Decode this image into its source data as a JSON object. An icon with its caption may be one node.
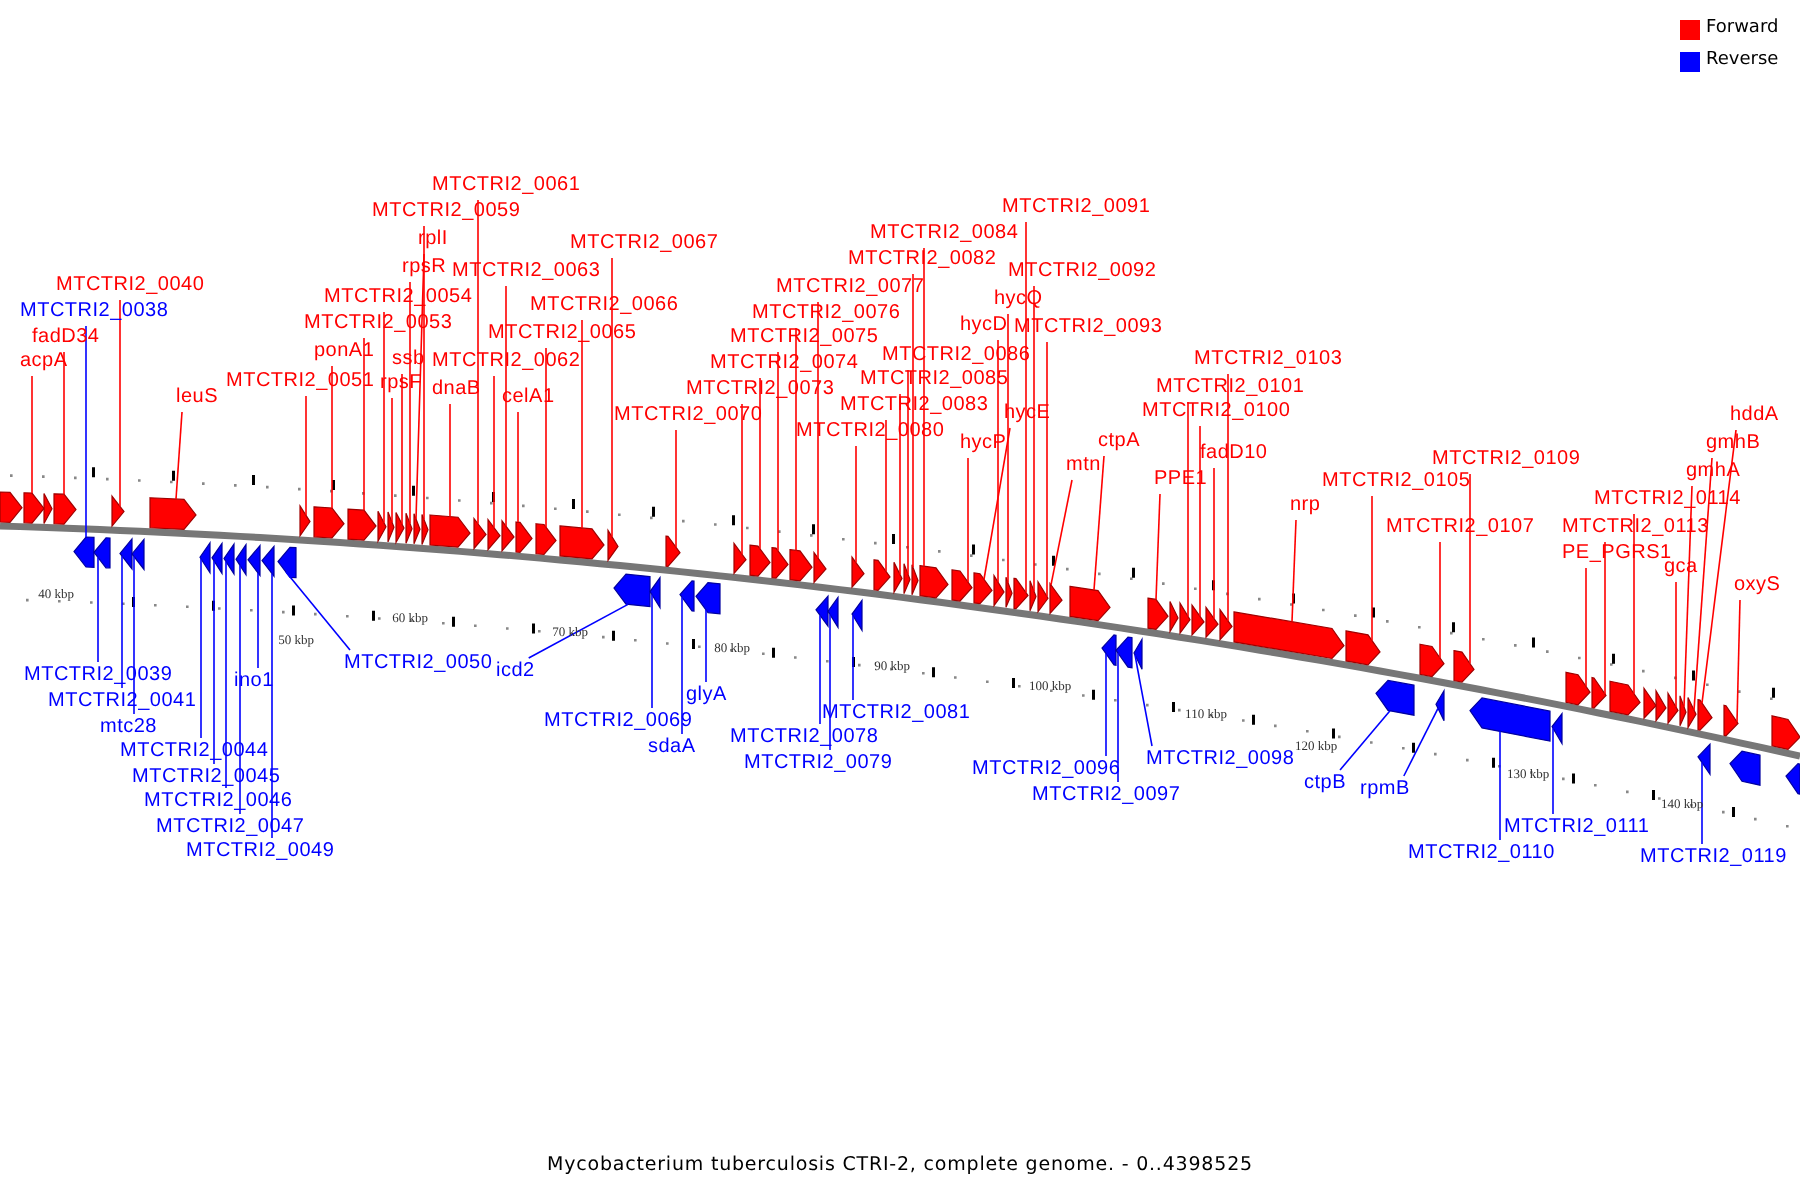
{
  "diagram": {
    "caption": "Mycobacterium tuberculosis CTRI-2, complete genome. - 0..4398525",
    "nodes": [
      {
        "text": [
          "acpA"
        ]
      },
      {
        "text": [
          "fadD34"
        ]
      },
      {
        "text": [
          "MTCTRI2_0038"
        ]
      },
      {
        "text": [
          "MTCTRI2_0040"
        ]
      },
      {
        "text": [
          "leuS"
        ]
      },
      {
        "text": [
          "MTCTRI2_0051"
        ]
      },
      {
        "text": [
          "ponA1"
        ]
      },
      {
        "text": [
          "MTCTRI2_0053"
        ]
      },
      {
        "text": [
          "MTCTRI2_0054"
        ]
      },
      {
        "text": [
          "rpsF"
        ]
      },
      {
        "text": [
          "ssb"
        ]
      },
      {
        "text": [
          "rpsR"
        ]
      },
      {
        "text": [
          "rplI"
        ]
      },
      {
        "text": [
          "MTCTRI2_0059"
        ]
      },
      {
        "text": [
          "MTCTRI2_0061"
        ]
      },
      {
        "text": [
          "dnaB"
        ]
      },
      {
        "text": [
          "MTCTRI2_0062"
        ]
      },
      {
        "text": [
          "MTCTRI2_0063"
        ]
      },
      {
        "text": [
          "celA1"
        ]
      },
      {
        "text": [
          "MTCTRI2_0065"
        ]
      },
      {
        "text": [
          "MTCTRI2_0066"
        ]
      },
      {
        "text": [
          "MTCTRI2_0067"
        ]
      },
      {
        "text": [
          "MTCTRI2_0070"
        ]
      },
      {
        "text": [
          "MTCTRI2_0073"
        ]
      },
      {
        "text": [
          "MTCTRI2_0074"
        ]
      },
      {
        "text": [
          "MTCTRI2_0075"
        ]
      },
      {
        "text": [
          "MTCTRI2_0076"
        ]
      },
      {
        "text": [
          "MTCTRI2_0077"
        ]
      },
      {
        "text": [
          "MTCTRI2_0080"
        ]
      },
      {
        "text": [
          "MTCTRI2_0082"
        ]
      },
      {
        "text": [
          "MTCTRI2_0083"
        ]
      },
      {
        "text": [
          "MTCTRI2_0084"
        ]
      },
      {
        "text": [
          "MTCTRI2_0085"
        ]
      },
      {
        "text": [
          "MTCTRI2_0086"
        ]
      },
      {
        "text": [
          "hycP"
        ]
      },
      {
        "text": [
          "hycE"
        ]
      },
      {
        "text": [
          "hycD"
        ]
      },
      {
        "text": [
          "hycQ"
        ]
      },
      {
        "text": [
          "MTCTRI2_0091"
        ]
      },
      {
        "text": [
          "MTCTRI2_0092"
        ]
      },
      {
        "text": [
          "MTCTRI2_0093"
        ]
      },
      {
        "text": [
          "mtn"
        ]
      },
      {
        "text": [
          "ctpA"
        ]
      },
      {
        "text": [
          "PPE1"
        ]
      },
      {
        "text": [
          "MTCTRI2_0100"
        ]
      },
      {
        "text": [
          "MTCTRI2_0101"
        ]
      },
      {
        "text": [
          "fadD10"
        ]
      },
      {
        "text": [
          "MTCTRI2_0103"
        ]
      },
      {
        "text": [
          "nrp"
        ]
      },
      {
        "text": [
          "MTCTRI2_0105"
        ]
      },
      {
        "text": [
          "MTCTRI2_0107"
        ]
      },
      {
        "text": [
          "MTCTRI2_0109"
        ]
      },
      {
        "text": [
          "PE_PGRS1"
        ]
      },
      {
        "text": [
          "MTCTRI2_0113"
        ]
      },
      {
        "text": [
          "MTCTRI2_0114"
        ]
      },
      {
        "text": [
          "gca"
        ]
      },
      {
        "text": [
          "gmhA"
        ]
      },
      {
        "text": [
          "gmhB"
        ]
      },
      {
        "text": [
          "hddA"
        ]
      },
      {
        "text": [
          "oxyS"
        ]
      },
      {
        "text": [
          "MTCTRI2_0039"
        ]
      },
      {
        "text": [
          "MTCTRI2_0041"
        ]
      },
      {
        "text": [
          "mtc28"
        ]
      },
      {
        "text": [
          "ino1"
        ]
      },
      {
        "text": [
          "MTCTRI2_0044"
        ]
      },
      {
        "text": [
          "MTCTRI2_0045"
        ]
      },
      {
        "text": [
          "MTCTRI2_0046"
        ]
      },
      {
        "text": [
          "MTCTRI2_0047"
        ]
      },
      {
        "text": [
          "MTCTRI2_0049"
        ]
      },
      {
        "text": [
          "MTCTRI2_0050"
        ]
      },
      {
        "text": [
          "icd2"
        ]
      },
      {
        "text": [
          "MTCTRI2_0069"
        ]
      },
      {
        "text": [
          "sdaA"
        ]
      },
      {
        "text": [
          "glyA"
        ]
      },
      {
        "text": [
          "MTCTRI2_0078"
        ]
      },
      {
        "text": [
          "MTCTRI2_0079"
        ]
      },
      {
        "text": [
          "MTCTRI2_0081"
        ]
      },
      {
        "text": [
          "MTCTRI2_0096"
        ]
      },
      {
        "text": [
          "MTCTRI2_0097"
        ]
      },
      {
        "text": [
          "MTCTRI2_0098"
        ]
      },
      {
        "text": [
          "ctpB"
        ]
      },
      {
        "text": [
          "rpmB"
        ]
      },
      {
        "text": [
          "MTCTRI2_0110"
        ]
      },
      {
        "text": [
          "MTCTRI2_0111"
        ]
      },
      {
        "text": [
          "MTCTRI2_0119"
        ]
      },
      {
        "text": [],
        "shape": "arrow"
      },
      {
        "text": [],
        "shape": "arrow"
      },
      {
        "text": [],
        "shape": "arrow"
      },
      {
        "text": [],
        "shape": "arrow"
      },
      {
        "text": [],
        "shape": "arrow"
      },
      {
        "text": [],
        "shape": "arrow"
      },
      {
        "text": [],
        "shape": "arrow"
      },
      {
        "text": [],
        "shape": "arrow"
      },
      {
        "text": [],
        "shape": "arrow"
      },
      {
        "text": [],
        "shape": "arrow"
      },
      {
        "text": [],
        "shape": "arrow"
      },
      {
        "text": [],
        "shape": "arrow"
      },
      {
        "text": [],
        "shape": "arrow"
      },
      {
        "text": [],
        "shape": "arrow"
      },
      {
        "text": [],
        "shape": "arrow"
      },
      {
        "text": [],
        "shape": "arrow"
      },
      {
        "text": [],
        "shape": "arrow"
      },
      {
        "text": [],
        "shape": "arrow"
      },
      {
        "text": [],
        "shape": "arrow"
      },
      {
        "text": [],
        "shape": "arrow"
      },
      {
        "text": [],
        "shape": "arrow"
      },
      {
        "text": [],
        "shape": "arrow"
      },
      {
        "text": [],
        "shape": "arrow"
      },
      {
        "text": [],
        "shape": "arrow"
      },
      {
        "text": [],
        "shape": "arrow"
      },
      {
        "text": [],
        "shape": "arrow"
      },
      {
        "text": [],
        "shape": "arrow"
      },
      {
        "text": [],
        "shape": "arrow"
      },
      {
        "text": [],
        "shape": "arrow"
      },
      {
        "text": [],
        "shape": "arrow"
      },
      {
        "text": [],
        "shape": "arrow"
      },
      {
        "text": [],
        "shape": "arrow"
      },
      {
        "text": [],
        "shape": "arrow"
      },
      {
        "text": [],
        "shape": "arrow"
      },
      {
        "text": [],
        "shape": "arrow"
      },
      {
        "text": [],
        "shape": "arrow"
      },
      {
        "text": [],
        "shape": "arrow"
      },
      {
        "text": [],
        "shape": "arrow"
      },
      {
        "text": [],
        "shape": "arrow"
      },
      {
        "text": [],
        "shape": "arrow"
      },
      {
        "text": [],
        "shape": "arrow"
      },
      {
        "text": [],
        "shape": "arrow"
      },
      {
        "text": [],
        "shape": "arrow"
      },
      {
        "text": [],
        "shape": "arrow"
      },
      {
        "text": [],
        "shape": "arrow"
      },
      {
        "text": [],
        "shape": "arrow"
      },
      {
        "text": [],
        "shape": "arrow"
      },
      {
        "text": [],
        "shape": "arrow"
      },
      {
        "text": [],
        "shape": "arrow"
      },
      {
        "text": [],
        "shape": "arrow"
      },
      {
        "text": [],
        "shape": "arrow"
      },
      {
        "text": [],
        "shape": "arrow"
      },
      {
        "text": [],
        "shape": "arrow"
      },
      {
        "text": [],
        "shape": "arrow"
      },
      {
        "text": [],
        "shape": "arrow"
      },
      {
        "text": [],
        "shape": "arrow"
      },
      {
        "text": [],
        "shape": "arrow"
      },
      {
        "text": [],
        "shape": "arrow"
      },
      {
        "text": [],
        "shape": "arrow"
      },
      {
        "text": [],
        "shape": "arrow"
      },
      {
        "text": [],
        "shape": "arrow"
      },
      {
        "text": [],
        "shape": "arrow"
      },
      {
        "text": [],
        "shape": "arrow"
      },
      {
        "text": [],
        "shape": "arrow"
      },
      {
        "text": [],
        "shape": "arrow"
      },
      {
        "text": [],
        "shape": "arrow"
      },
      {
        "text": [],
        "shape": "arrow"
      },
      {
        "text": [],
        "shape": "arrow"
      },
      {
        "text": [],
        "shape": "arrow"
      },
      {
        "text": [],
        "shape": "arrow"
      },
      {
        "text": [],
        "shape": "arrow"
      },
      {
        "text": [],
        "shape": "arrow"
      },
      {
        "text": [],
        "shape": "arrow"
      },
      {
        "text": [],
        "shape": "arrow"
      },
      {
        "text": [],
        "shape": "arrow"
      },
      {
        "text": [],
        "shape": "arrow"
      },
      {
        "text": [],
        "shape": "arrow"
      },
      {
        "text": [],
        "shape": "arrow"
      },
      {
        "text": [],
        "shape": "arrow"
      },
      {
        "text": [],
        "shape": "arrow"
      },
      {
        "text": [],
        "shape": "arrow"
      },
      {
        "text": [],
        "shape": "arrow"
      },
      {
        "text": [],
        "shape": "arrow"
      },
      {
        "text": [],
        "shape": "arrow"
      },
      {
        "text": [],
        "shape": "arrow"
      },
      {
        "text": [],
        "shape": "arrow"
      },
      {
        "text": [],
        "shape": "arrow"
      },
      {
        "text": [],
        "shape": "arrow"
      },
      {
        "text": [],
        "shape": "arrow"
      },
      {
        "text": [],
        "shape": "arrow"
      },
      {
        "text": [],
        "shape": "arrow"
      },
      {
        "text": [],
        "shape": "arrow"
      },
      {
        "text": [],
        "shape": "arrow"
      }
    ],
    "edges": [
      {
        "from": 0,
        "to": 86,
        "arrow": "none"
      },
      {
        "from": 1,
        "to": 88,
        "arrow": "none"
      },
      {
        "from": 2,
        "to": 150,
        "arrow": "none",
        "color": "#0000ff"
      },
      {
        "from": 3,
        "to": 89,
        "arrow": "none"
      },
      {
        "from": 4,
        "to": 90,
        "arrow": "none"
      },
      {
        "from": 5,
        "to": 91,
        "arrow": "none"
      },
      {
        "from": 6,
        "to": 92,
        "arrow": "none"
      },
      {
        "from": 7,
        "to": 93,
        "arrow": "none"
      },
      {
        "from": 8,
        "to": 94,
        "arrow": "none"
      },
      {
        "from": 9,
        "to": 95,
        "arrow": "none"
      },
      {
        "from": 10,
        "to": 96,
        "arrow": "none"
      },
      {
        "from": 11,
        "to": 97,
        "arrow": "none"
      },
      {
        "from": 12,
        "to": 98,
        "arrow": "none"
      },
      {
        "from": 13,
        "to": 99,
        "arrow": "none"
      },
      {
        "from": 14,
        "to": 101,
        "arrow": "none"
      },
      {
        "from": 15,
        "to": 100,
        "arrow": "none"
      },
      {
        "from": 16,
        "to": 102,
        "arrow": "none"
      },
      {
        "from": 17,
        "to": 103,
        "arrow": "none"
      },
      {
        "from": 18,
        "to": 104,
        "arrow": "none"
      },
      {
        "from": 19,
        "to": 105,
        "arrow": "none"
      },
      {
        "from": 20,
        "to": 106,
        "arrow": "none"
      },
      {
        "from": 21,
        "to": 107,
        "arrow": "none"
      },
      {
        "from": 22,
        "to": 108,
        "arrow": "none"
      },
      {
        "from": 23,
        "to": 109,
        "arrow": "none"
      },
      {
        "from": 24,
        "to": 110,
        "arrow": "none"
      },
      {
        "from": 25,
        "to": 111,
        "arrow": "none"
      },
      {
        "from": 26,
        "to": 112,
        "arrow": "none"
      },
      {
        "from": 27,
        "to": 113,
        "arrow": "none"
      },
      {
        "from": 28,
        "to": 114,
        "arrow": "none"
      },
      {
        "from": 29,
        "to": 118,
        "arrow": "none"
      },
      {
        "from": 30,
        "to": 115,
        "arrow": "none"
      },
      {
        "from": 31,
        "to": 119,
        "arrow": "none"
      },
      {
        "from": 32,
        "to": 116,
        "arrow": "none"
      },
      {
        "from": 33,
        "to": 117,
        "arrow": "none"
      },
      {
        "from": 34,
        "to": 120,
        "arrow": "none"
      },
      {
        "from": 35,
        "to": 121,
        "arrow": "none"
      },
      {
        "from": 36,
        "to": 122,
        "arrow": "none"
      },
      {
        "from": 37,
        "to": 123,
        "arrow": "none"
      },
      {
        "from": 38,
        "to": 124,
        "arrow": "none"
      },
      {
        "from": 39,
        "to": 125,
        "arrow": "none"
      },
      {
        "from": 40,
        "to": 126,
        "arrow": "none"
      },
      {
        "from": 41,
        "to": 127,
        "arrow": "none"
      },
      {
        "from": 42,
        "to": 128,
        "arrow": "none"
      },
      {
        "from": 43,
        "to": 129,
        "arrow": "none"
      },
      {
        "from": 44,
        "to": 132,
        "arrow": "none"
      },
      {
        "from": 45,
        "to": 131,
        "arrow": "none"
      },
      {
        "from": 46,
        "to": 133,
        "arrow": "none"
      },
      {
        "from": 47,
        "to": 134,
        "arrow": "none"
      },
      {
        "from": 48,
        "to": 135,
        "arrow": "none"
      },
      {
        "from": 49,
        "to": 136,
        "arrow": "none"
      },
      {
        "from": 50,
        "to": 137,
        "arrow": "none"
      },
      {
        "from": 51,
        "to": 138,
        "arrow": "none"
      },
      {
        "from": 52,
        "to": 139,
        "arrow": "none"
      },
      {
        "from": 53,
        "to": 140,
        "arrow": "none"
      },
      {
        "from": 54,
        "to": 141,
        "arrow": "none"
      },
      {
        "from": 55,
        "to": 144,
        "arrow": "none"
      },
      {
        "from": 56,
        "to": 145,
        "arrow": "none"
      },
      {
        "from": 57,
        "to": 146,
        "arrow": "none"
      },
      {
        "from": 58,
        "to": 147,
        "arrow": "none"
      },
      {
        "from": 59,
        "to": 148,
        "arrow": "none"
      },
      {
        "from": 60,
        "to": 151,
        "arrow": "none",
        "color": "#0000ff"
      },
      {
        "from": 61,
        "to": 152,
        "arrow": "none",
        "color": "#0000ff"
      },
      {
        "from": 62,
        "to": 153,
        "arrow": "none",
        "color": "#0000ff"
      },
      {
        "from": 63,
        "to": 158,
        "arrow": "none",
        "color": "#0000ff"
      },
      {
        "from": 64,
        "to": 154,
        "arrow": "none",
        "color": "#0000ff"
      },
      {
        "from": 65,
        "to": 155,
        "arrow": "none",
        "color": "#0000ff"
      },
      {
        "from": 66,
        "to": 156,
        "arrow": "none",
        "color": "#0000ff"
      },
      {
        "from": 67,
        "to": 157,
        "arrow": "none",
        "color": "#0000ff"
      },
      {
        "from": 68,
        "to": 159,
        "arrow": "none",
        "color": "#0000ff"
      },
      {
        "from": 69,
        "to": 160,
        "arrow": "none",
        "color": "#0000ff"
      },
      {
        "from": 70,
        "to": 161,
        "arrow": "none",
        "color": "#0000ff"
      },
      {
        "from": 71,
        "to": 162,
        "arrow": "none",
        "color": "#0000ff"
      },
      {
        "from": 72,
        "to": 163,
        "arrow": "none",
        "color": "#0000ff"
      },
      {
        "from": 73,
        "to": 164,
        "arrow": "none",
        "color": "#0000ff"
      },
      {
        "from": 74,
        "to": 165,
        "arrow": "none",
        "color": "#0000ff"
      },
      {
        "from": 75,
        "to": 166,
        "arrow": "none",
        "color": "#0000ff"
      },
      {
        "from": 76,
        "to": 167,
        "arrow": "none",
        "color": "#0000ff"
      },
      {
        "from": 77,
        "to": 168,
        "arrow": "none",
        "color": "#0000ff"
      },
      {
        "from": 78,
        "to": 169,
        "arrow": "none",
        "color": "#0000ff"
      },
      {
        "from": 79,
        "to": 170,
        "arrow": "none",
        "color": "#0000ff"
      },
      {
        "from": 80,
        "to": 171,
        "arrow": "none",
        "color": "#0000ff"
      },
      {
        "from": 81,
        "to": 172,
        "arrow": "none",
        "color": "#0000ff"
      },
      {
        "from": 82,
        "to": 173,
        "arrow": "none",
        "color": "#0000ff"
      },
      {
        "from": 83,
        "to": 174,
        "arrow": "none",
        "color": "#0000ff"
      },
      {
        "from": 84,
        "to": 175,
        "arrow": "none",
        "color": "#0000ff"
      }
    ],
    "labels": [
      "40 kbp",
      "50 kbp",
      "60 kbp",
      "70 kbp",
      "80 kbp",
      "90 kbp",
      "100 kbp",
      "110 kbp",
      "120 kbp",
      "130 kbp",
      "140 kbp"
    ],
    "legend": [
      {
        "text": "Forward",
        "color": "#ff0000"
      },
      {
        "text": "Reverse",
        "color": "#0000ff"
      }
    ]
  }
}
